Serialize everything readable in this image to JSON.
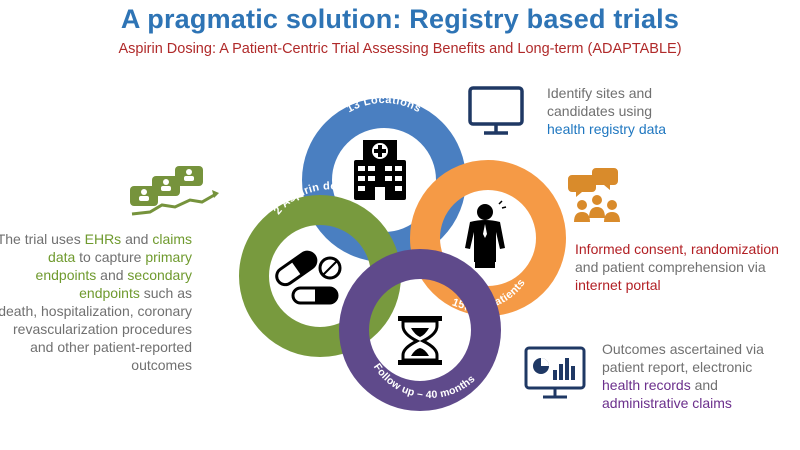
{
  "title": "A pragmatic solution: Registry based trials",
  "subtitle": "Aspirin Dosing: A Patient-Centric Trial Assessing Benefits and Long-term (ADAPTABLE)",
  "colors": {
    "title": "#2e74b5",
    "subtitle": "#b02a2a",
    "ring_blue": "#4a7fc1",
    "ring_orange": "#f59a46",
    "ring_green": "#789a3e",
    "ring_purple": "#5f4a8b",
    "icon_navy": "#1f3864",
    "icon_orange": "#d98b2b",
    "icon_green": "#76933c",
    "body_text": "#707070"
  },
  "rings": {
    "locations": "13 Locations",
    "patients": "15,000 patients",
    "doses": "2 Aspirin doses",
    "follow_up": "Follow up – 40 months"
  },
  "right_top": {
    "line1": "Identify sites and",
    "line2": "candidates using",
    "highlight": "health registry data",
    "icon": "monitor-icon"
  },
  "right_middle": {
    "line1": "Informed consent, randomization",
    "line2": "and patient comprehension via",
    "highlight": "internet portal",
    "icon": "group-discussion-icon"
  },
  "right_bottom": {
    "line1": "Outcomes ascertained via",
    "line2": "patient report, electronic",
    "highlight1": "health records",
    "and": " and",
    "highlight2": "administrative claims",
    "icon": "analytics-monitor-icon"
  },
  "left": {
    "t1": "The trial uses ",
    "ehrs": "EHRs",
    "t2": " and ",
    "claims": "claims",
    "data": "data",
    "t3": " to capture ",
    "primary": "primary",
    "endpoints": "endpoints",
    "t4": " and ",
    "secondary": "secondary",
    "endpoints2": "endpoints",
    "t5": " such as",
    "line4": "death, hospitalization, coronary",
    "line5": "revascularization procedures",
    "line6": "and other patient-reported",
    "line7": "outcomes",
    "icon": "patients-trend-icon"
  }
}
